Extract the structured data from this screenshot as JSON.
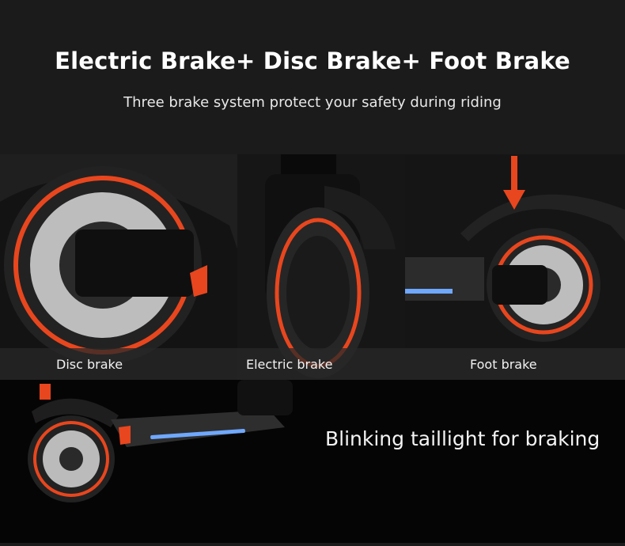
{
  "header": {
    "title": "Electric Brake+  Disc Brake+  Foot Brake",
    "subtitle": "Three brake system protect your safety during riding"
  },
  "panels": [
    {
      "label": "Disc brake"
    },
    {
      "label": "Electric brake"
    },
    {
      "label": "Foot brake"
    }
  ],
  "bottom": {
    "caption": "Blinking taillight for braking"
  },
  "colors": {
    "background": "#1b1b1b",
    "accent_orange": "#e8461e",
    "led_blue": "#6fa8ff"
  }
}
